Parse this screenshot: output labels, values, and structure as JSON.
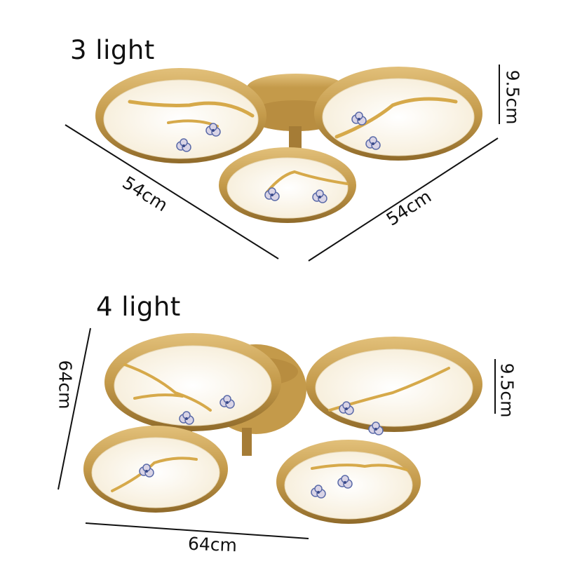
{
  "variants": [
    {
      "title": "3 light",
      "light_count": 3,
      "dimensions": {
        "left_diagonal": "54cm",
        "right_diagonal": "54cm",
        "height": "9.5cm"
      }
    },
    {
      "title": "4 light",
      "light_count": 4,
      "dimensions": {
        "depth": "64cm",
        "width": "64cm",
        "height": "9.5cm"
      }
    }
  ],
  "colors": {
    "gold": "#c49a4a",
    "gold_dark": "#8f6a2a",
    "gold_light": "#e2c07a",
    "inner_glow": "#fbf7ee",
    "flower_blue": "#5a6aa8",
    "line": "#111111"
  }
}
